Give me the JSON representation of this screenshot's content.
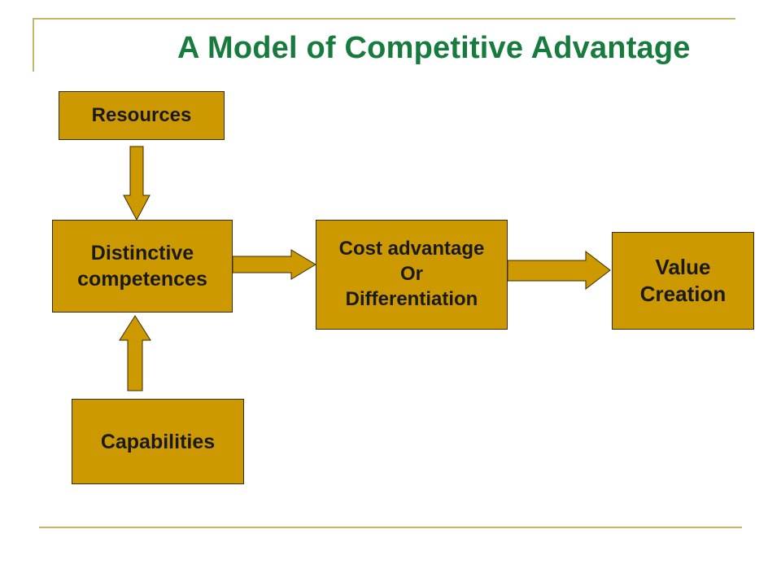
{
  "title": "A Model of Competitive Advantage",
  "colors": {
    "title": "#167b3d",
    "box_fill": "#cc9900",
    "box_border": "#3a2a00",
    "rule": "#c8b46a"
  },
  "nodes": {
    "resources": {
      "lines": [
        "Resources"
      ]
    },
    "distinctive": {
      "lines": [
        "Distinctive",
        "competences"
      ]
    },
    "capabilities": {
      "lines": [
        "Capabilities"
      ]
    },
    "advantage": {
      "lines": [
        "Cost advantage",
        "Or",
        "Differentiation"
      ]
    },
    "value": {
      "lines": [
        "Value",
        "Creation"
      ]
    }
  },
  "edges": [
    {
      "from": "resources",
      "to": "distinctive"
    },
    {
      "from": "capabilities",
      "to": "distinctive"
    },
    {
      "from": "distinctive",
      "to": "advantage"
    },
    {
      "from": "advantage",
      "to": "value"
    }
  ]
}
